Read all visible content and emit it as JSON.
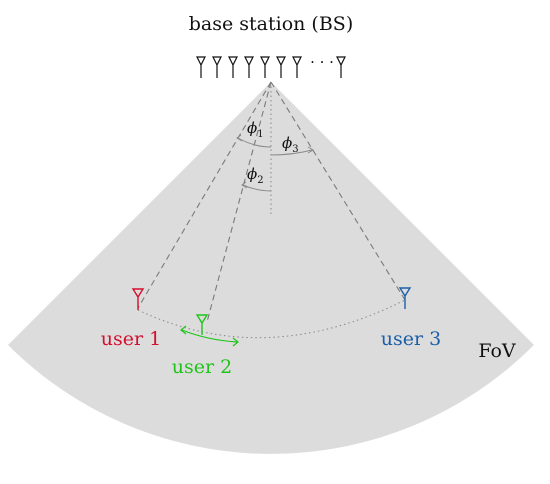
{
  "title": "base station (BS)",
  "antenna_array": {
    "ellipsis": "· · ·"
  },
  "angles": {
    "phi1": {
      "symbol": "ϕ",
      "sub": "1"
    },
    "phi2": {
      "symbol": "ϕ",
      "sub": "2"
    },
    "phi3": {
      "symbol": "ϕ",
      "sub": "3"
    }
  },
  "users": [
    {
      "label": "user 1",
      "color": "#d40f2e"
    },
    {
      "label": "user 2",
      "color": "#1fc41a"
    },
    {
      "label": "user 3",
      "color": "#1c5ea8"
    }
  ],
  "region_label": "FoV",
  "colors": {
    "fov_fill": "#dcdcdc",
    "ray": "#7a7a7a",
    "arc": "#8a8a8a",
    "text": "#111111"
  }
}
